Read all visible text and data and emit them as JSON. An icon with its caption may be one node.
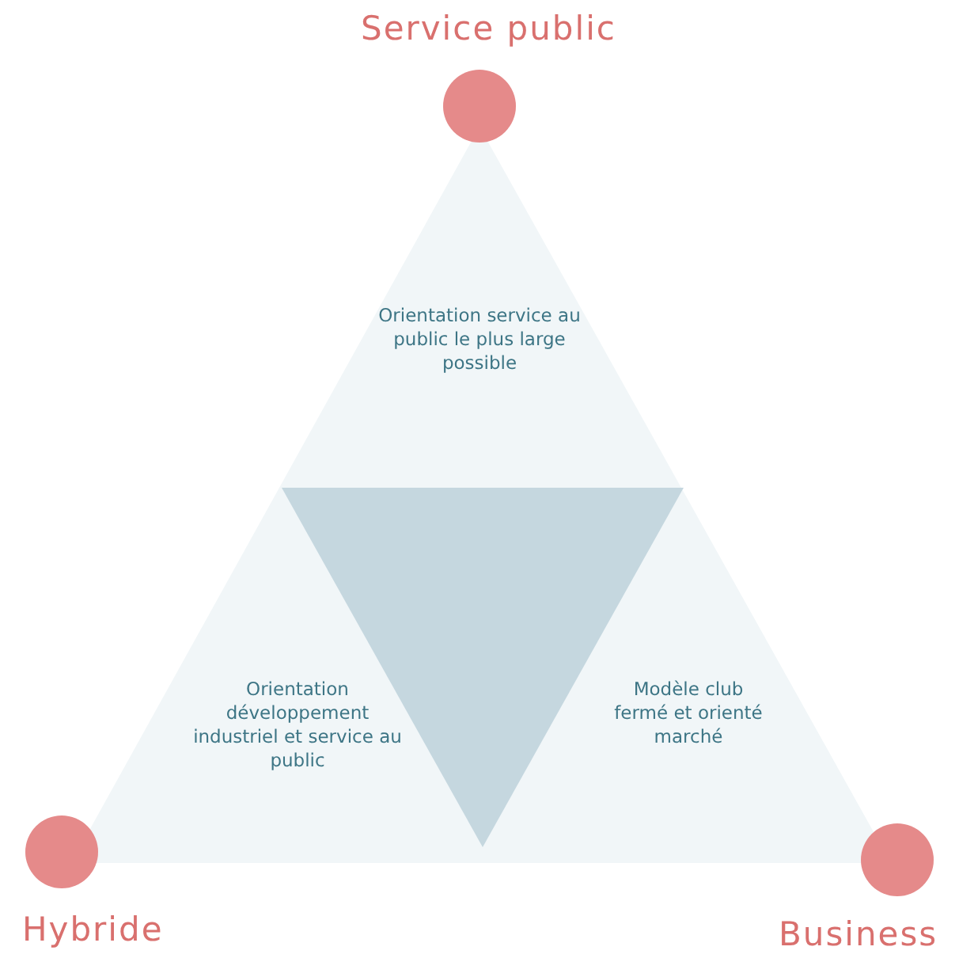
{
  "diagram": {
    "nodes": [
      {
        "text": [
          "Service public"
        ]
      },
      {
        "text": [
          "Hybride"
        ]
      },
      {
        "text": [
          "Business"
        ]
      },
      {
        "text": [],
        "shape": "triangle"
      }
    ],
    "labels": [
      "Orientation service au public le plus large possible",
      "Orientation développement industriel et service au public",
      "Modèle club fermé et orienté marché"
    ]
  }
}
